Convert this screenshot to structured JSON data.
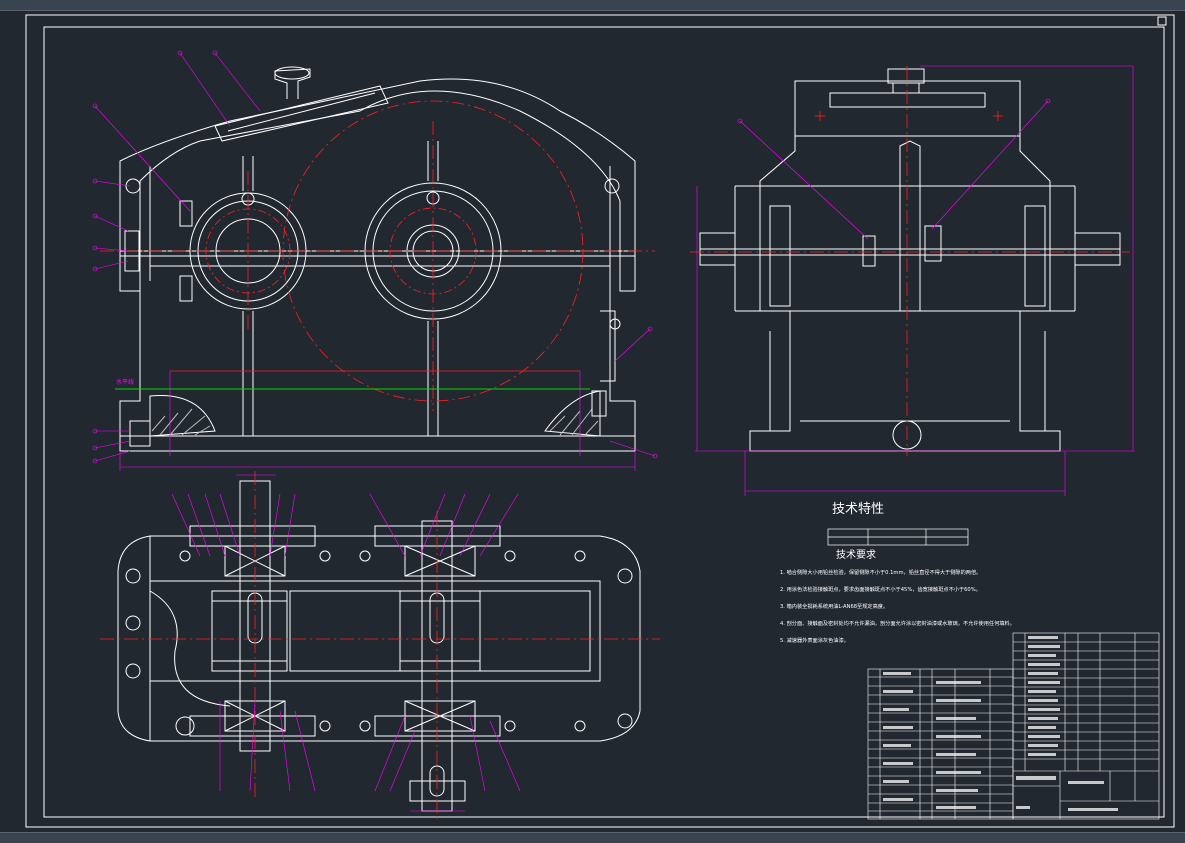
{
  "drawing": {
    "title_characteristics": "技术特性",
    "title_requirements": "技术要求",
    "horizontal_line_label": "水平线",
    "requirements": [
      "1. 啮合侧隙大小用铅丝检验，保留侧隙不小于0.1mm，铅丝直径不得大于侧隙的两倍。",
      "2. 用涂色法检验接触斑点，要求齿面接触斑点不小于45%，齿宽接触斑点不小于60%。",
      "3. 箱内装全损耗系统用油L-AN68至规定高度。",
      "4. 剖分面、接触面及密封处均不允许漏油，剖分面允许涂以密封油漆或水玻璃，不允许使用任何填料。",
      "5. 减速器外表面涂灰色油漆。"
    ]
  },
  "colors": {
    "background": "#212830",
    "line": "#ffffff",
    "center": "#ff2020",
    "leader": "#ff00ff",
    "level": "#00dd00"
  }
}
